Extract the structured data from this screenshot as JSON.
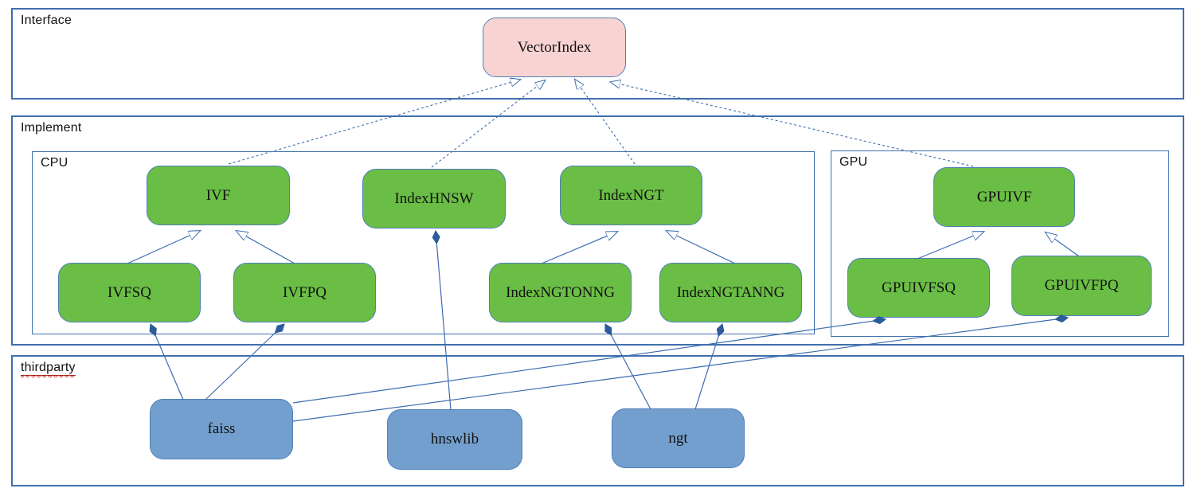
{
  "diagram": {
    "containers": [
      {
        "id": "interface",
        "label": "Interface"
      },
      {
        "id": "implement",
        "label": "Implement"
      },
      {
        "id": "cpu",
        "label": "CPU"
      },
      {
        "id": "gpu",
        "label": "GPU"
      },
      {
        "id": "thirdparty",
        "label": "thirdparty"
      }
    ],
    "nodes": [
      {
        "id": "vectorindex",
        "label": "VectorIndex",
        "kind": "interface"
      },
      {
        "id": "ivf",
        "label": "IVF",
        "kind": "implementation"
      },
      {
        "id": "indexhnsw",
        "label": "IndexHNSW",
        "kind": "implementation"
      },
      {
        "id": "indexngt",
        "label": "IndexNGT",
        "kind": "implementation"
      },
      {
        "id": "ivfsq",
        "label": "IVFSQ",
        "kind": "implementation"
      },
      {
        "id": "ivfpq",
        "label": "IVFPQ",
        "kind": "implementation"
      },
      {
        "id": "indexngtonng",
        "label": "IndexNGTONNG",
        "kind": "implementation"
      },
      {
        "id": "indexngtanng",
        "label": "IndexNGTANNG",
        "kind": "implementation"
      },
      {
        "id": "gpuivf",
        "label": "GPUIVF",
        "kind": "implementation"
      },
      {
        "id": "gpuivfsq",
        "label": "GPUIVFSQ",
        "kind": "implementation"
      },
      {
        "id": "gpuivfpq",
        "label": "GPUIVFPQ",
        "kind": "implementation"
      },
      {
        "id": "faiss",
        "label": "faiss",
        "kind": "library"
      },
      {
        "id": "hnswlib",
        "label": "hnswlib",
        "kind": "library"
      },
      {
        "id": "ngt",
        "label": "ngt",
        "kind": "library"
      }
    ],
    "edges": [
      {
        "from": "IVF",
        "to": "VectorIndex",
        "type": "realization"
      },
      {
        "from": "IndexHNSW",
        "to": "VectorIndex",
        "type": "realization"
      },
      {
        "from": "IndexNGT",
        "to": "VectorIndex",
        "type": "realization"
      },
      {
        "from": "GPUIVF",
        "to": "VectorIndex",
        "type": "realization"
      },
      {
        "from": "IVFSQ",
        "to": "IVF",
        "type": "generalization"
      },
      {
        "from": "IVFPQ",
        "to": "IVF",
        "type": "generalization"
      },
      {
        "from": "IndexNGTONNG",
        "to": "IndexNGT",
        "type": "generalization"
      },
      {
        "from": "IndexNGTANNG",
        "to": "IndexNGT",
        "type": "generalization"
      },
      {
        "from": "GPUIVFSQ",
        "to": "GPUIVF",
        "type": "generalization"
      },
      {
        "from": "GPUIVFPQ",
        "to": "GPUIVF",
        "type": "generalization"
      },
      {
        "from": "faiss",
        "to": "IVFSQ",
        "type": "composition"
      },
      {
        "from": "faiss",
        "to": "IVFPQ",
        "type": "composition"
      },
      {
        "from": "faiss",
        "to": "GPUIVFSQ",
        "type": "composition"
      },
      {
        "from": "faiss",
        "to": "GPUIVFPQ",
        "type": "composition"
      },
      {
        "from": "hnswlib",
        "to": "IndexHNSW",
        "type": "composition"
      },
      {
        "from": "ngt",
        "to": "IndexNGTONNG",
        "type": "composition"
      },
      {
        "from": "ngt",
        "to": "IndexNGTANNG",
        "type": "composition"
      }
    ],
    "colors": {
      "interface_fill": "#f8d3d1",
      "implementation_fill": "#6abe45",
      "library_fill": "#739fce",
      "node_border": "#4e7fba",
      "container_border": "#3f6fad",
      "connector": "#3a6cb0",
      "diamond_fill": "#2d5b9b",
      "label_color": "#111111",
      "squiggle_color": "#d93025"
    }
  }
}
